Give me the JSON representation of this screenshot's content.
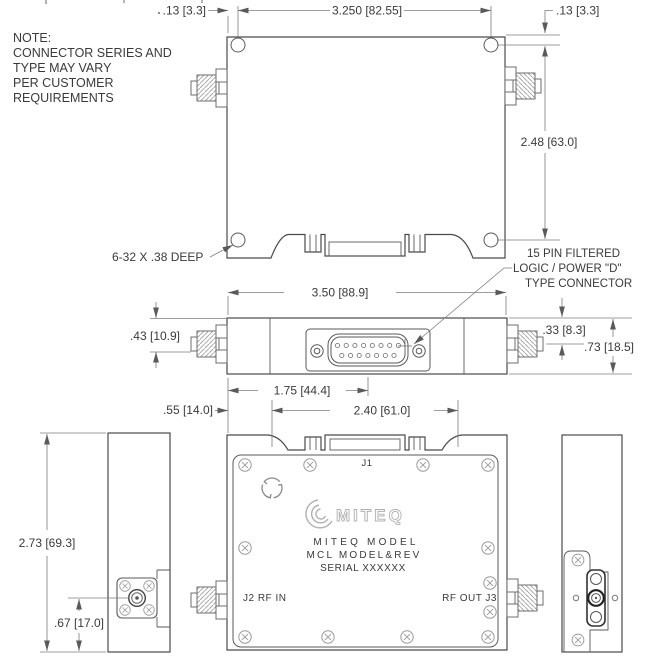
{
  "note": {
    "lines": [
      "NOTE:",
      "CONNECTOR SERIES AND",
      "TYPE MAY VARY",
      "PER CUSTOMER",
      "REQUIREMENTS"
    ]
  },
  "callouts": {
    "tap_hole": "6-32 X .38 DEEP",
    "dsub": {
      "line1": "15 PIN FILTERED",
      "line2": "LOGIC / POWER \"D\"",
      "line3": "TYPE CONNECTOR"
    }
  },
  "dimensions": {
    "hole_offset_left": ".13 [3.3]",
    "hole_span_width": "3.250 [82.55]",
    "hole_offset_right": ".13 [3.3]",
    "hole_span_height": "2.48 [63.0]",
    "body_width": "3.50 [88.9]",
    "sma_height": ".43 [10.9]",
    "dsub_center": "1.75 [44.4]",
    "sma_center_from_top": ".33 [8.3]",
    "body_thickness": ".73 [18.5]",
    "notch_offset": ".55 [14.0]",
    "notch_width": "2.40 [61.0]",
    "body_height": "2.73 [69.3]",
    "rf_center_height": ".67 [17.0]"
  },
  "labels": {
    "j1": "J1",
    "j2_rf_in": "J2 RF IN",
    "rf_out_j3": "RF OUT J3",
    "logo": "MITEQ",
    "model_line1": "MITEQ MODEL",
    "model_line2": "MCL MODEL&REV",
    "serial": "SERIAL XXXXXX"
  },
  "colors": {
    "body_line": "#4a4a4a",
    "dimension_line": "#7c7c7c",
    "text": "#3a3a3a",
    "logo_gray": "#b0b0b0"
  }
}
